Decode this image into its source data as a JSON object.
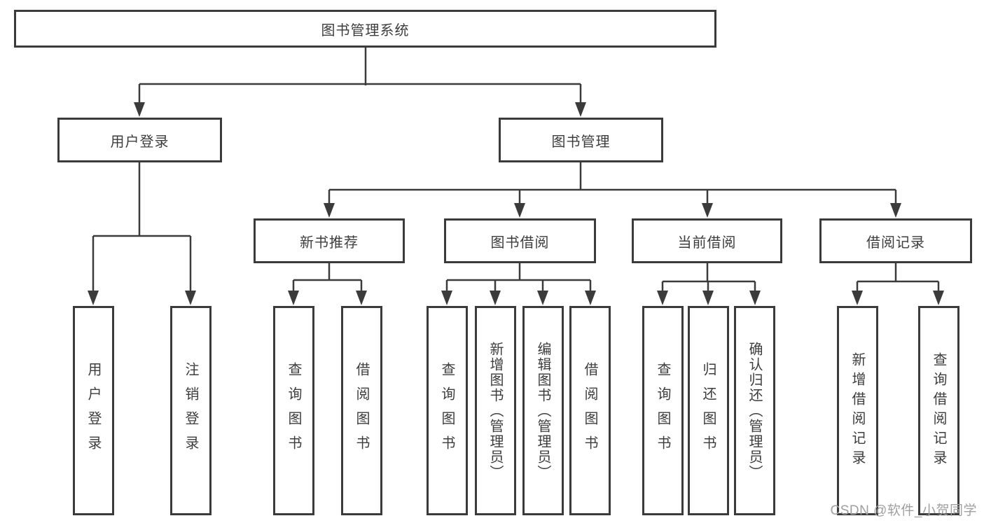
{
  "colors": {
    "line": "#3b3b3b",
    "text": "#3d3d3d",
    "box_fill": "#ffffff",
    "background": "#ffffff",
    "watermark": "#a0a0a0"
  },
  "watermark": {
    "text": "CSDN @软件_小贺同学"
  },
  "tree": {
    "root": {
      "label": "图书管理系统",
      "children": [
        {
          "label": "用户登录",
          "children": [
            {
              "label": "用户登录"
            },
            {
              "label": "注销登录"
            }
          ]
        },
        {
          "label": "图书管理",
          "children": [
            {
              "label": "新书推荐",
              "children": [
                {
                  "label": "查询图书"
                },
                {
                  "label": "借阅图书"
                }
              ]
            },
            {
              "label": "图书借阅",
              "children": [
                {
                  "label": "查询图书"
                },
                {
                  "label": "新增图书（管理员）"
                },
                {
                  "label": "编辑图书（管理员）"
                },
                {
                  "label": "借阅图书"
                }
              ]
            },
            {
              "label": "当前借阅",
              "children": [
                {
                  "label": "查询图书"
                },
                {
                  "label": "归还图书"
                },
                {
                  "label": "确认归还（管理员）"
                }
              ]
            },
            {
              "label": "借阅记录",
              "children": [
                {
                  "label": "新增借阅记录"
                },
                {
                  "label": "查询借阅记录"
                }
              ]
            }
          ]
        }
      ]
    }
  }
}
